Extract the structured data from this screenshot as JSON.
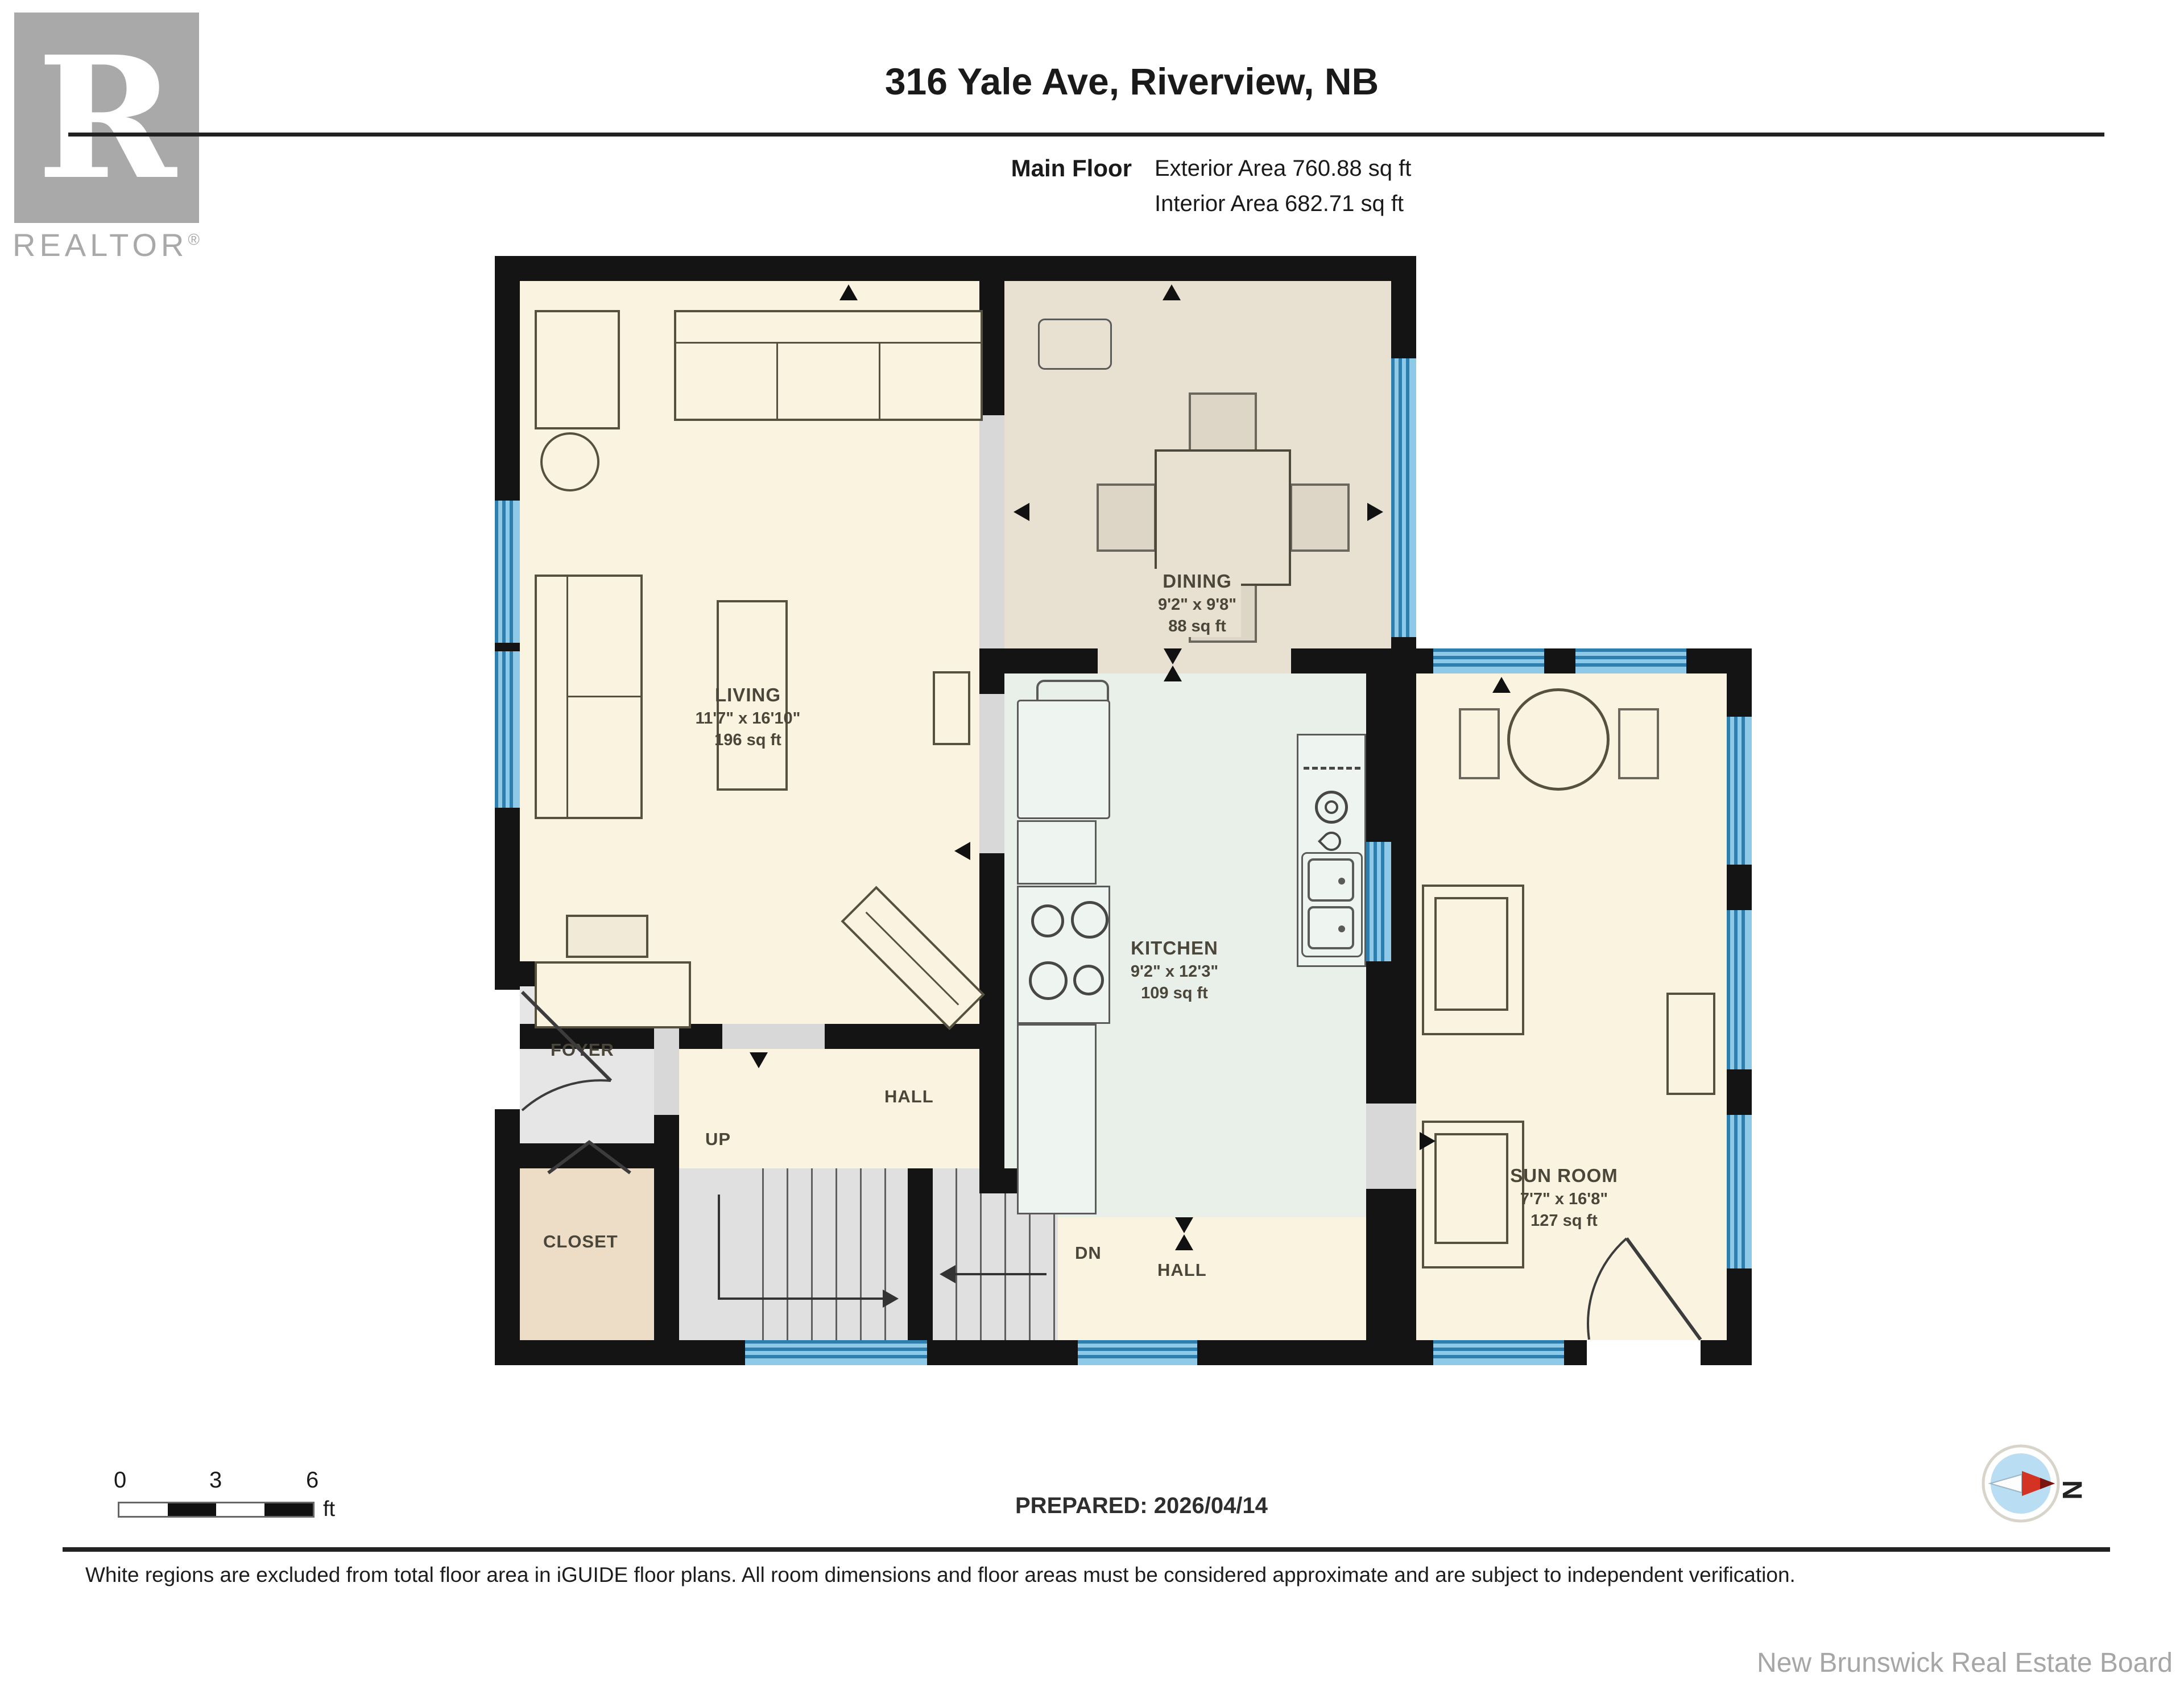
{
  "header": {
    "title": "316 Yale Ave, Riverview, NB",
    "floor_label": "Main Floor",
    "exterior_area": "Exterior Area 760.88 sq ft",
    "interior_area": "Interior Area 682.71 sq ft"
  },
  "logo": {
    "letter": "R",
    "brand": "REALTOR",
    "registered": "®"
  },
  "rooms": {
    "living": {
      "name": "LIVING",
      "dims": "11'7\" x 16'10\"",
      "area": "196 sq ft"
    },
    "dining": {
      "name": "DINING",
      "dims": "9'2\" x 9'8\"",
      "area": "88 sq ft"
    },
    "kitchen": {
      "name": "KITCHEN",
      "dims": "9'2\" x 12'3\"",
      "area": "109 sq ft"
    },
    "sunroom": {
      "name": "SUN ROOM",
      "dims": "7'7\" x 16'8\"",
      "area": "127 sq ft"
    },
    "foyer": {
      "name": "FOYER"
    },
    "closet": {
      "name": "CLOSET"
    },
    "hall_upper": {
      "name": "HALL"
    },
    "hall_lower": {
      "name": "HALL"
    },
    "up_label": "UP",
    "down_label": "DN"
  },
  "scale_bar": {
    "tick0": "0",
    "tick3": "3",
    "tick6": "6",
    "unit": "ft"
  },
  "prepared": "PREPARED: 2026/04/14",
  "compass": {
    "north": "N"
  },
  "footer": {
    "disclaimer": "White regions are excluded from total floor area in iGUIDE floor plans. All room dimensions and floor areas must be considered approximate and are subject to independent verification.",
    "board": "New Brunswick Real Estate Board"
  },
  "colors": {
    "wall": "#141414",
    "window_blue": "#4f9fd0",
    "living_floor": "#f9f3df",
    "dining_floor": "#e8e0d1",
    "kitchen_floor": "#e8f0e9",
    "north_red": "#d43222"
  }
}
